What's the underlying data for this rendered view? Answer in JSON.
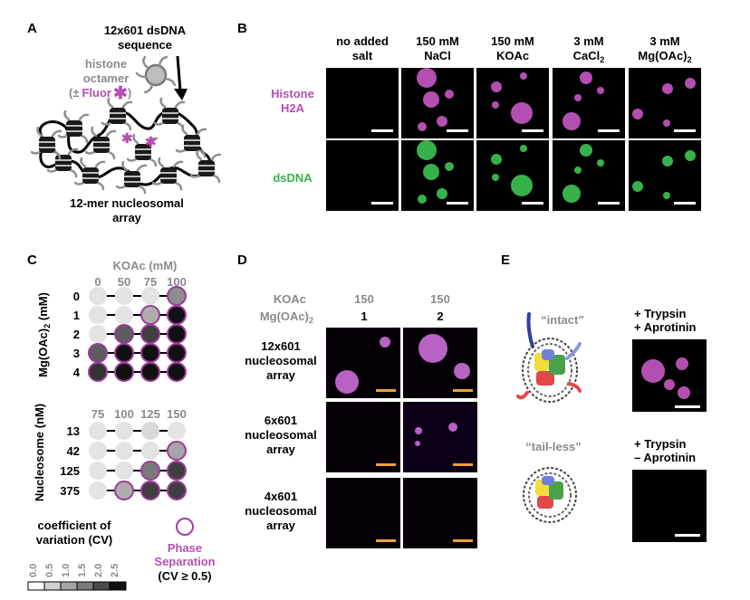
{
  "panels": {
    "a": "A",
    "b": "B",
    "c": "C",
    "d": "D",
    "e": "E"
  },
  "panel_a": {
    "seq_line1": "12x601 dsDNA",
    "seq_line2": "sequence",
    "octamer_line1": "histone",
    "octamer_line2": "octamer",
    "fluor_open": "(±",
    "fluor_word": "Fluor",
    "fluor_close": ")",
    "array_line1": "12-mer nucleosomal",
    "array_line2": "array"
  },
  "panel_b": {
    "conditions": [
      {
        "line1": "no added",
        "line2": "salt"
      },
      {
        "line1": "150 mM",
        "line2": "NaCl"
      },
      {
        "line1": "150 mM",
        "line2": "KOAc"
      },
      {
        "line1": "3 mM",
        "line2": "CaCl",
        "sub": "2"
      },
      {
        "line1": "3 mM",
        "line2": "Mg(OAc)",
        "sub": "2"
      }
    ],
    "row_histone_1": "Histone",
    "row_histone_2": "H2A",
    "row_dna": "dsDNA"
  },
  "panel_c": {
    "top_title": "KOAc (mM)",
    "top_x": [
      "0",
      "50",
      "75",
      "100"
    ],
    "top_y": [
      "0",
      "1",
      "2",
      "3",
      "4"
    ],
    "top_ylabel": "Mg(OAc)",
    "top_ylabel_sub": "2",
    "top_ylabel_unit": " (mM)",
    "top_cv": [
      [
        0.3,
        0.3,
        0.3,
        1.3
      ],
      [
        0.3,
        0.3,
        0.9,
        2.5
      ],
      [
        0.3,
        1.8,
        2.1,
        2.5
      ],
      [
        1.8,
        2.5,
        2.5,
        2.5
      ],
      [
        2.2,
        2.5,
        2.5,
        2.5
      ]
    ],
    "top_phase": [
      [
        false,
        false,
        false,
        true
      ],
      [
        false,
        false,
        true,
        true
      ],
      [
        false,
        true,
        true,
        true
      ],
      [
        true,
        true,
        true,
        true
      ],
      [
        true,
        true,
        true,
        true
      ]
    ],
    "bottom_x": [
      "75",
      "100",
      "125",
      "150"
    ],
    "bottom_y": [
      "13",
      "42",
      "125",
      "375"
    ],
    "bottom_ylabel": "Nucleosome (nM)",
    "bottom_cv": [
      [
        0.3,
        0.3,
        0.4,
        0.3
      ],
      [
        0.3,
        0.3,
        0.3,
        1.0
      ],
      [
        0.3,
        0.3,
        1.5,
        2.1
      ],
      [
        0.3,
        0.9,
        2.1,
        2.1
      ]
    ],
    "bottom_phase": [
      [
        false,
        false,
        false,
        false
      ],
      [
        false,
        false,
        false,
        true
      ],
      [
        false,
        false,
        true,
        true
      ],
      [
        false,
        true,
        true,
        true
      ]
    ],
    "legend_title1": "coefficient of",
    "legend_title2": "variation (CV)",
    "legend_ticks": [
      "0.0",
      "0.5",
      "1.0",
      "1.5",
      "2.0",
      "2.5"
    ],
    "legend_colors": [
      "#ffffff",
      "#d0d0d0",
      "#a6a6a6",
      "#7a7a7a",
      "#4a4a4a",
      "#111111"
    ],
    "phase_label1": "Phase",
    "phase_label2": "Separation",
    "phase_label3": "(CV ≥ 0.5)"
  },
  "panel_d": {
    "koac_label": "KOAc",
    "mg_label": "Mg(OAc)",
    "mg_sub": "2",
    "koac_values": [
      "150",
      "150"
    ],
    "mg_values": [
      "1",
      "2"
    ],
    "rows": [
      {
        "l1": "12x601",
        "l2": "nucleosomal",
        "l3": "array"
      },
      {
        "l1": "6x601",
        "l2": "nucleosomal",
        "l3": "array"
      },
      {
        "l1": "4x601",
        "l2": "nucleosomal",
        "l3": "array"
      }
    ]
  },
  "panel_e": {
    "intact": "“intact”",
    "tailless": "“tail-less”",
    "cond1_a": "+  Trypsin",
    "cond1_b": "+  Aprotinin",
    "cond2_a": "+  Trypsin",
    "cond2_b": "–  Aprotinin"
  },
  "colors": {
    "magenta": "#b34fb1",
    "green": "#37b24a",
    "scale_bar_d": "#f0a038"
  }
}
